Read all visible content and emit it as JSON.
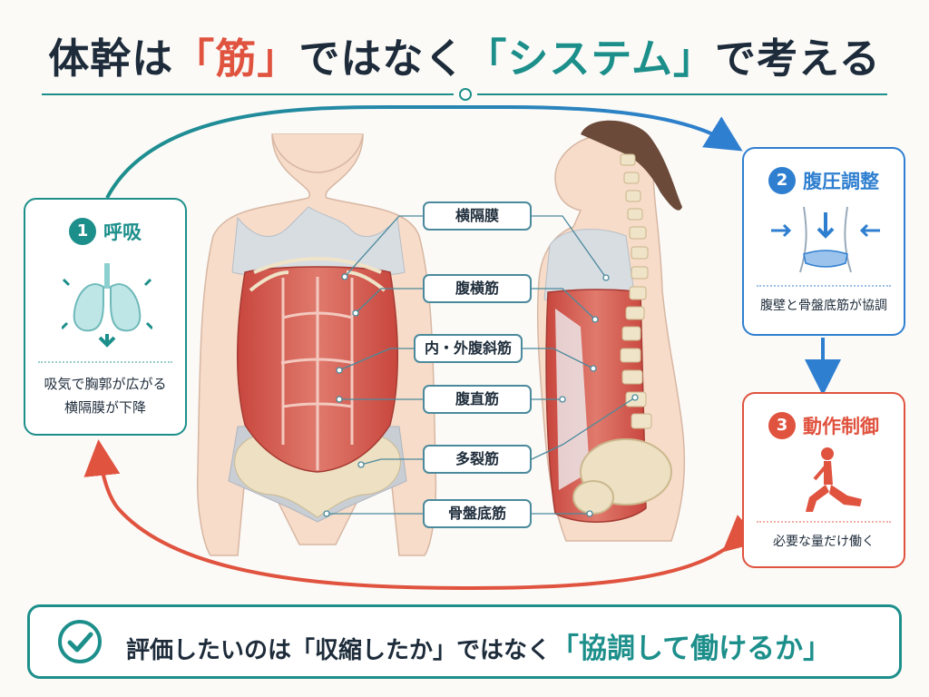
{
  "title": {
    "part1": "体幹は",
    "open1": "「",
    "hl1": "筋",
    "close1": "」",
    "part2": "ではなく",
    "open2": "「",
    "hl2": "システム",
    "close2": "」",
    "part3": "で考える"
  },
  "colors": {
    "teal": "#1d8f8b",
    "blue": "#2f7fd0",
    "red": "#e0533f",
    "navy": "#1d2b3a",
    "muscle": "#d9665a"
  },
  "cards": {
    "breath": {
      "num": "1",
      "title": "呼吸",
      "line1": "吸気で胸郭が広がる",
      "line2": "横隔膜が下降",
      "icon": "lungs-icon"
    },
    "pressure": {
      "num": "2",
      "title": "腹圧調整",
      "line1": "腹壁と骨盤底筋が協調",
      "icon": "abdominal-pressure-icon"
    },
    "motion": {
      "num": "3",
      "title": "動作制御",
      "line1": "必要な量だけ働く",
      "icon": "lunge-figure-icon"
    }
  },
  "labels": [
    "横隔膜",
    "腹横筋",
    "内・外腹斜筋",
    "腹直筋",
    "多裂筋",
    "骨盤底筋"
  ],
  "footer": {
    "text1": "評価したいのは",
    "quote": "「収縮したか」",
    "text2": "ではなく",
    "emphasis": "「協調して働けるか」",
    "icon": "check-circle-icon"
  }
}
